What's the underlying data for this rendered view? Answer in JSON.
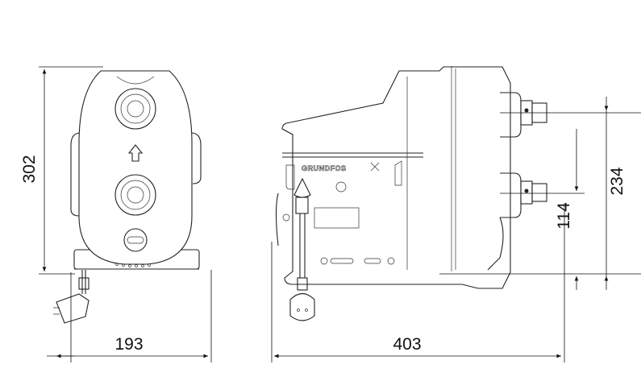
{
  "drawing": {
    "dimensions": {
      "height_overall": "302",
      "width_front": "193",
      "length_side": "403",
      "outlet_height": "234",
      "inlet_height": "114"
    },
    "brand_logo": "GRUNDFOS"
  }
}
